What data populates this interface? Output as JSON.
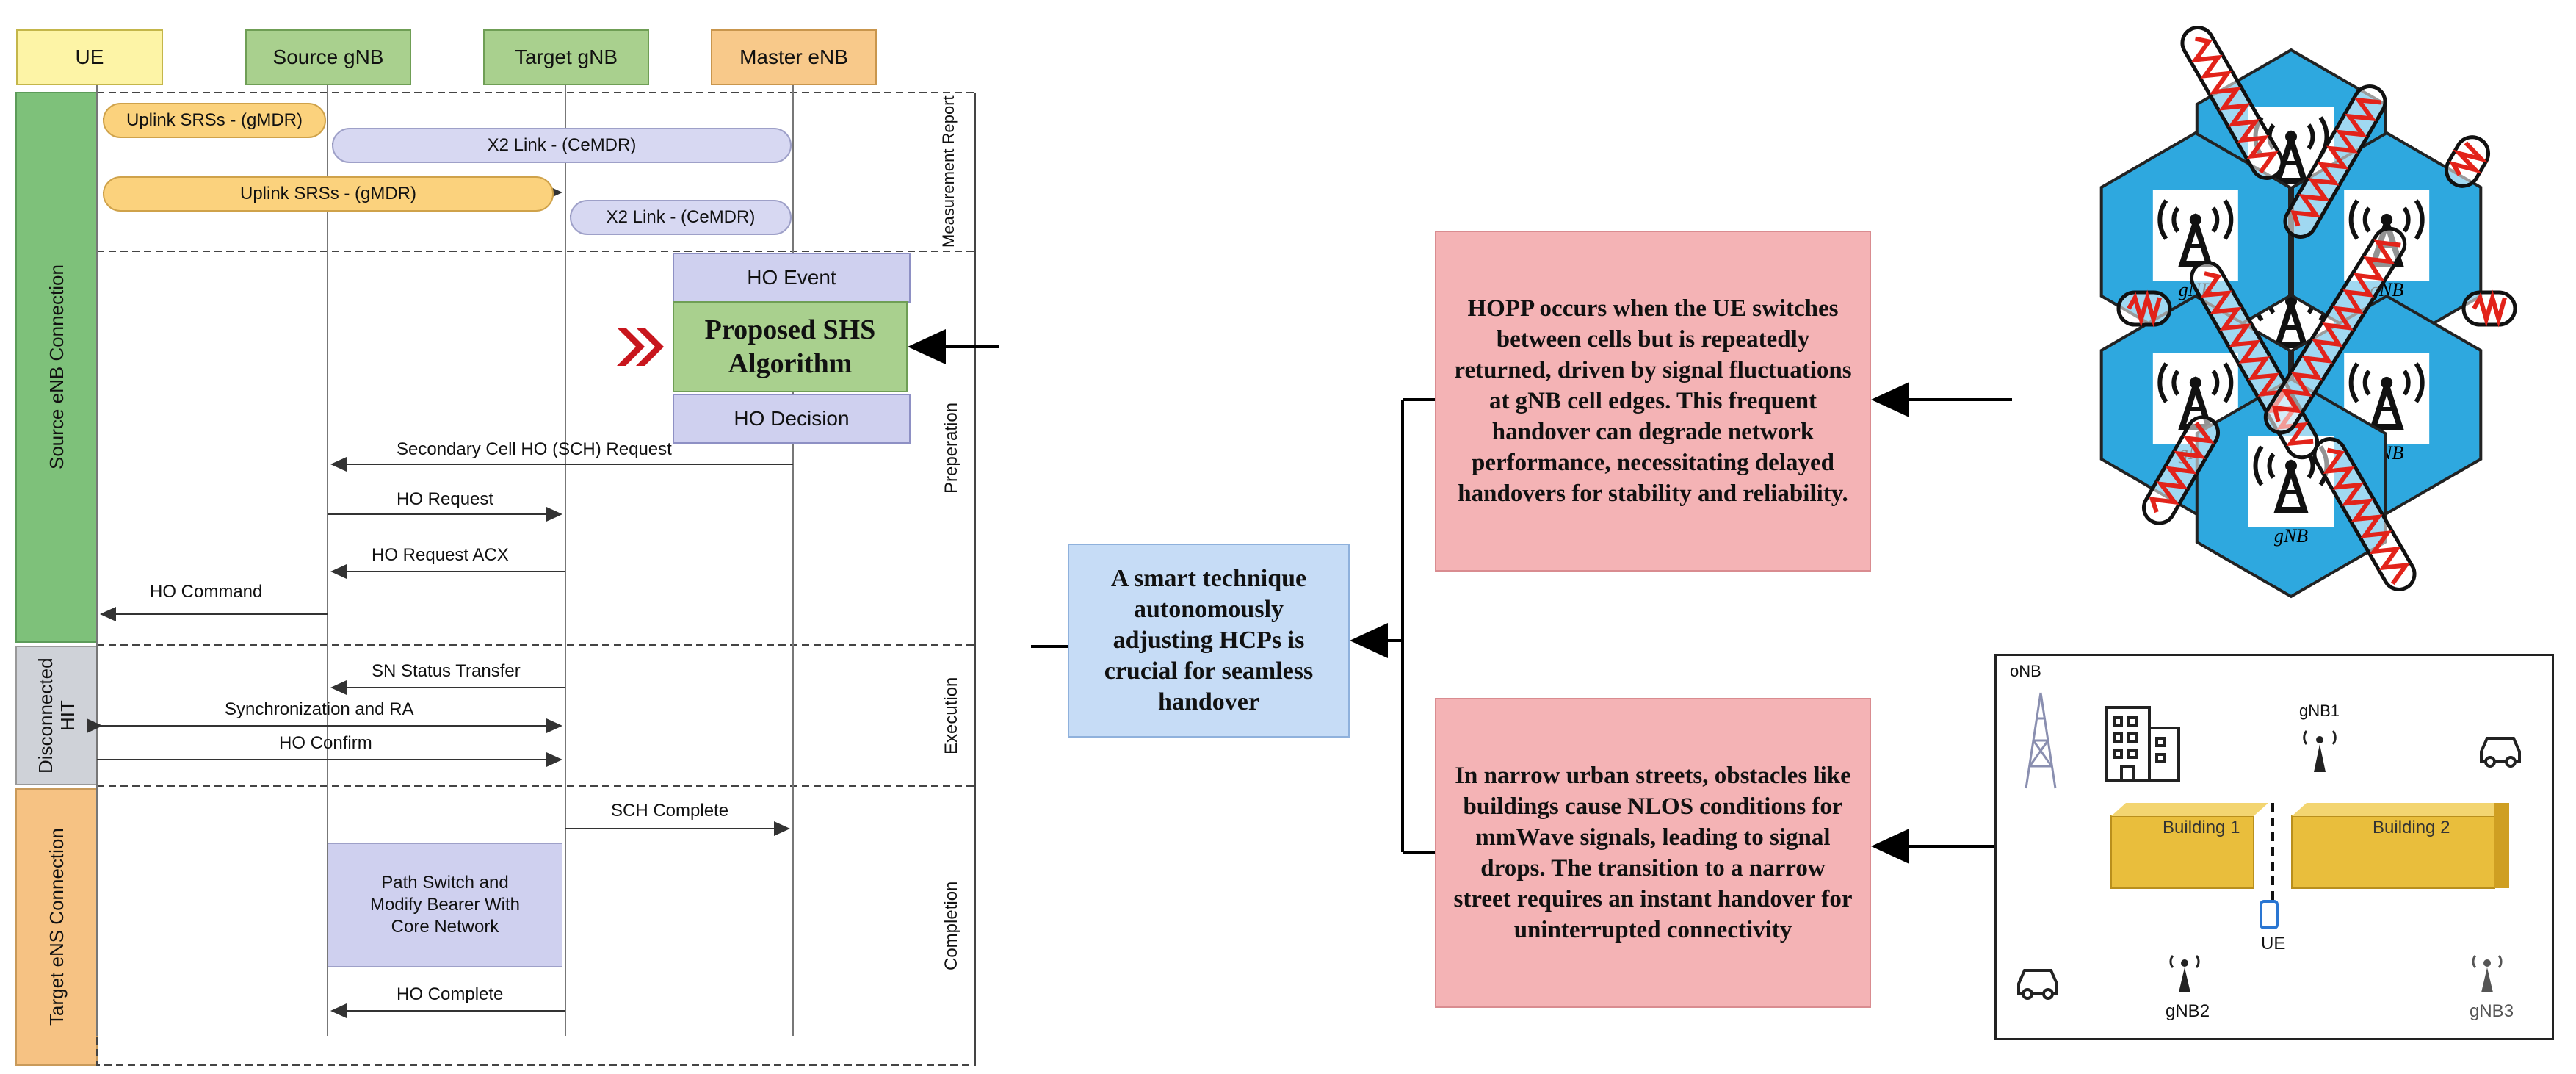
{
  "headers": {
    "ue": "UE",
    "source_gnb": "Source gNB",
    "target_gnb": "Target gNB",
    "master_enb": "Master eNB"
  },
  "left_phases": {
    "source": "Source eNB Connection",
    "disconnected": "Disconnected HIT",
    "target": "Target eNS Connection"
  },
  "right_phases": {
    "measurement": "Measurement Report",
    "preparation": "Preperation",
    "execution": "Execution",
    "completion": "Completion"
  },
  "messages": {
    "uplink1": "Uplink SRSs - (gMDR)",
    "x2_1": "X2 Link - (CeMDR)",
    "uplink2": "Uplink SRSs - (gMDR)",
    "x2_2": "X2 Link - (CeMDR)",
    "ho_event": "HO Event",
    "shs": "Proposed SHS Algorithm",
    "ho_decision": "HO Decision",
    "sch_request": "Secondary Cell HO (SCH) Request",
    "ho_request": "HO Request",
    "ho_request_ack": "HO Request ACX",
    "ho_command": "HO Command",
    "sn_status": "SN Status Transfer",
    "sync_ra": "Synchronization and RA",
    "ho_confirm": "HO Confirm",
    "sch_complete": "SCH Complete",
    "path_switch": "Path Switch and Modify Bearer With Core Network",
    "ho_complete": "HO Complete"
  },
  "center_box": "A smart technique autonomously adjusting HCPs is crucial for seamless handover",
  "hopp_box": "HOPP occurs when the UE switches between cells but is repeatedly returned, driven by signal fluctuations at gNB cell edges. This frequent handover can degrade network performance, necessitating delayed handovers for stability and reliability.",
  "nlos_box": "In narrow urban streets, obstacles like buildings cause NLOS conditions for mmWave signals, leading to signal drops. The transition to a narrow street requires an instant handover for uninterrupted connectivity",
  "hex_labels": [
    "gNB",
    "gNB",
    "gNB",
    "gNB",
    "gNB",
    "gNB",
    "gNB"
  ],
  "street": {
    "enb": "oNB",
    "gnb1": "gNB1",
    "gnb2": "gNB2",
    "gnb3": "gNB3",
    "building1": "Building 1",
    "building2": "Building 2",
    "ue": "UE"
  },
  "colors": {
    "ue_header": "#fdf4a6",
    "gnb_header": "#a9d08e",
    "master_header": "#f8c98a",
    "green_band": "#7ec17a",
    "grey_band": "#cfd2d8",
    "orange_band": "#f6c283",
    "uplink_pill": "#fbd27d",
    "x2_pill": "#d7d8f2",
    "shs_green": "#a9d08e",
    "ho_purple": "#cfd0ef",
    "hex_blue": "#2ea8df",
    "building_yellow": "#e9be3c",
    "ripple_red": "#e2231a"
  }
}
